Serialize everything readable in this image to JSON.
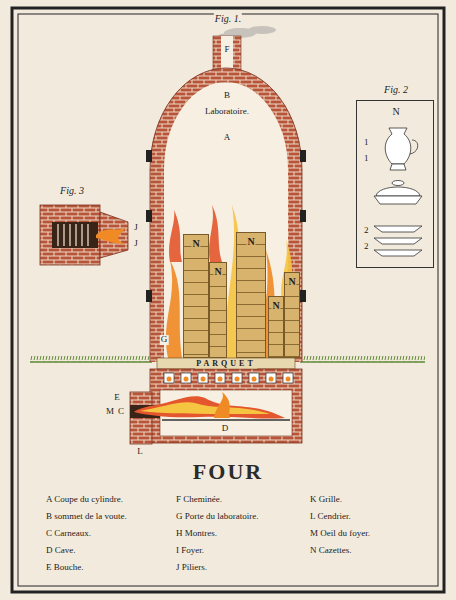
{
  "diagram": {
    "title": "FOUR",
    "nodes": [
      {
        "text": [
          "N"
        ]
      },
      {
        "text": [
          "N"
        ]
      },
      {
        "text": [
          "N"
        ]
      },
      {
        "text": [
          "N"
        ]
      },
      {
        "text": [
          "N"
        ]
      },
      {
        "text": [
          "Fig. 2",
          "N",
          "1",
          "1",
          "2",
          "2"
        ]
      }
    ],
    "labels": [
      "Fig. 1.",
      "F",
      "B",
      "Laboratoire.",
      "A",
      "Fig. 3",
      "J",
      "J",
      "G",
      "PARQUET",
      "D",
      "E",
      "M",
      "C",
      "L",
      "A Coupe du cylindre.",
      "B sommet de la voute.",
      "C Carneaux.",
      "D Cave.",
      "E Bouche.",
      "F Cheminée.",
      "G Porte du laboratoire.",
      "H Montres.",
      "I Foyer.",
      "J Piliers.",
      "K Grille.",
      "L Cendrier.",
      "M Oeil du foyer.",
      "N Cazettes."
    ]
  }
}
